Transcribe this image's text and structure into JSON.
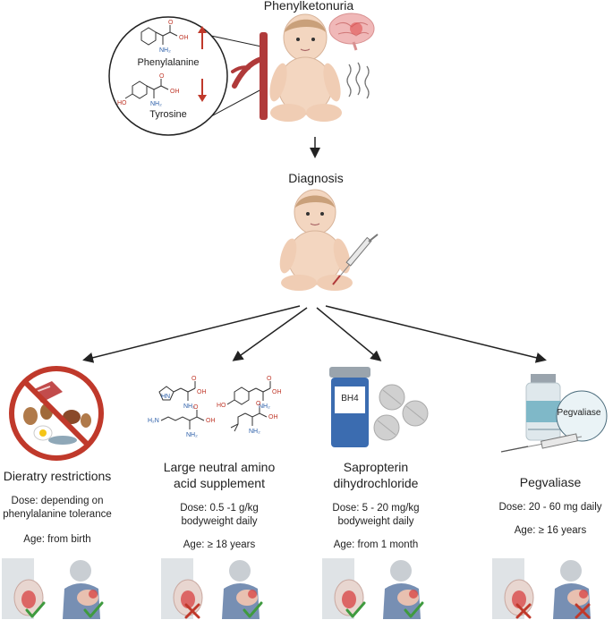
{
  "top": {
    "title": "Phenylketonuria",
    "molecule_1": "Phenylalanine",
    "molecule_2": "Tyrosine",
    "diagnosis": "Diagnosis"
  },
  "treatments": [
    {
      "title": "Dieratry restrictions",
      "dose": "Dose: depending on phenylalanine tolerance",
      "age": "Age: from birth",
      "pregnancy_ok": true,
      "breastfeeding_ok": true
    },
    {
      "title": "Large neutral amino acid supplement",
      "dose": "Dose: 0.5 -1 g/kg bodyweight daily",
      "age": "Age: ≥ 18 years",
      "pregnancy_ok": false,
      "breastfeeding_ok": true
    },
    {
      "title": "Sapropterin dihydrochloride",
      "dose": "Dose: 5 - 20 mg/kg bodyweight daily",
      "age": "Age: from 1 month",
      "pregnancy_ok": true,
      "breastfeeding_ok": true
    },
    {
      "title": "Pegvaliase",
      "dose": "Dose: 20 - 60 mg daily",
      "age": "Age: ≥ 16 years",
      "pregnancy_ok": false,
      "breastfeeding_ok": false
    }
  ],
  "labels": {
    "bh4": "BH4",
    "pegvaliase_vial": "Pegvaliase"
  },
  "colors": {
    "arrow_red": "#c0392b",
    "check_green": "#3f9a3f",
    "cross_red": "#c0392b",
    "vessel": "#b03a3a",
    "skin": "#f3d6c0",
    "ban_red": "#c0392b",
    "bottle_blue": "#3b6cb0",
    "vial_teal": "#7fb8c8"
  },
  "icons": {
    "baby": "baby-icon",
    "brain": "brain-icon",
    "syringe": "syringe-icon",
    "food": "food-icon",
    "pill_bottle": "pill-bottle-icon",
    "vial": "vial-icon",
    "pregnancy": "pregnancy-icon",
    "breastfeeding": "breastfeeding-icon"
  }
}
